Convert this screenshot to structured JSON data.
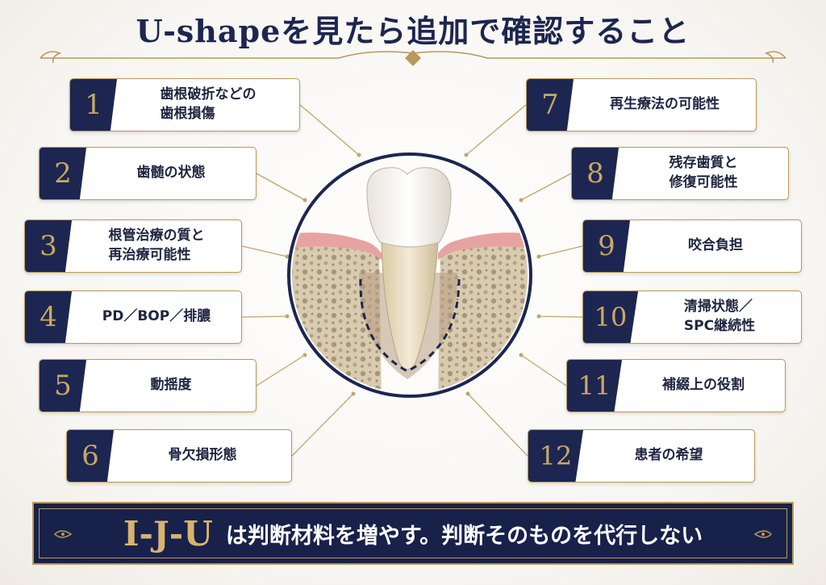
{
  "title": "U-shapeを見たら追加で確認すること",
  "colors": {
    "navy": "#1d2650",
    "gold": "#b8995a",
    "gum": "#e8a6a4",
    "bone": "#ddd0b8"
  },
  "left_items": [
    {
      "num": "1",
      "label": "歯根破折などの\n歯根損傷"
    },
    {
      "num": "2",
      "label": "歯髄の状態"
    },
    {
      "num": "3",
      "label": "根管治療の質と\n再治療可能性"
    },
    {
      "num": "4",
      "label": "PD／BOP／排膿"
    },
    {
      "num": "5",
      "label": "動揺度"
    },
    {
      "num": "6",
      "label": "骨欠損形態"
    }
  ],
  "right_items": [
    {
      "num": "7",
      "label": "再生療法の可能性"
    },
    {
      "num": "8",
      "label": "残存歯質と\n修復可能性"
    },
    {
      "num": "9",
      "label": "咬合負担"
    },
    {
      "num": "10",
      "label": "清掃状態／\nSPC継続性"
    },
    {
      "num": "11",
      "label": "補綴上の役割"
    },
    {
      "num": "12",
      "label": "患者の希望"
    }
  ],
  "banner": {
    "emphasis": "I-J-U",
    "message": "は判断材料を増やす。判断そのものを代行しない"
  },
  "icons": {
    "ornament_left": "fleur-ornament-icon",
    "ornament_right": "fleur-ornament-icon"
  }
}
